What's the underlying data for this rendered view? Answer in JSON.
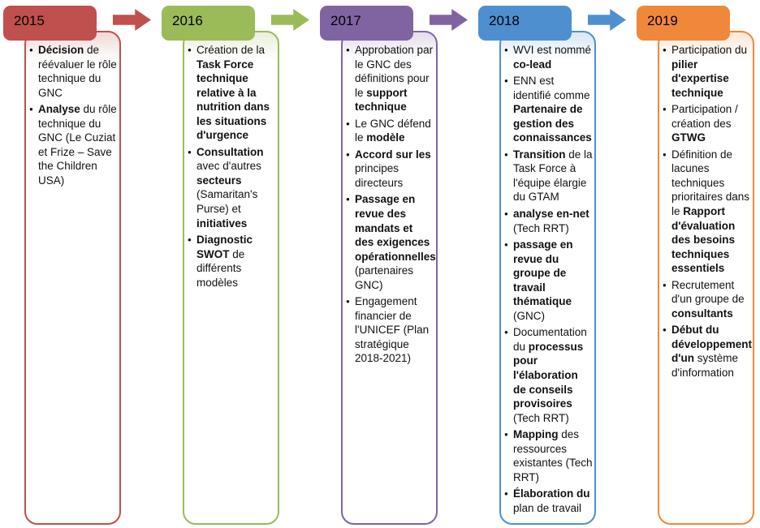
{
  "diagram": {
    "type": "timeline",
    "layout": {
      "pitch": 195,
      "columns_count": 5,
      "arrow_between_columns": true
    },
    "columns": [
      {
        "year": "2015",
        "color": "#C0504D",
        "tint": "#F2DCDB",
        "bullets": [
          [
            {
              "text": "Décision",
              "bold": true
            },
            {
              "text": " de réévaluer le rôle technique du GNC",
              "bold": false
            }
          ],
          [
            {
              "text": "Analyse",
              "bold": true
            },
            {
              "text": " du rôle technique du GNC (Le Cuziat et Frize – Save the Children USA)",
              "bold": false
            }
          ]
        ]
      },
      {
        "year": "2016",
        "color": "#9BBB59",
        "tint": "#EBF1DE",
        "bullets": [
          [
            {
              "text": "Création de la ",
              "bold": false
            },
            {
              "text": "Task Force technique relative à la nutrition dans les situations d'urgence",
              "bold": true
            }
          ],
          [
            {
              "text": "Consultation",
              "bold": true
            },
            {
              "text": " avec d'autres ",
              "bold": false
            },
            {
              "text": "secteurs",
              "bold": true
            },
            {
              "text": " (Samaritan's Purse) et ",
              "bold": false
            },
            {
              "text": "initiatives",
              "bold": true
            }
          ],
          [
            {
              "text": "Diagnostic SWOT",
              "bold": true
            },
            {
              "text": " de différents modèles",
              "bold": false
            }
          ]
        ]
      },
      {
        "year": "2017",
        "color": "#8064A2",
        "tint": "#E6E0EC",
        "bullets": [
          [
            {
              "text": "Approbation par le GNC des définitions pour le ",
              "bold": false
            },
            {
              "text": "support technique",
              "bold": true
            }
          ],
          [
            {
              "text": "Le GNC défend le ",
              "bold": false
            },
            {
              "text": "modèle",
              "bold": true
            }
          ],
          [
            {
              "text": "Accord sur les",
              "bold": true
            },
            {
              "text": " principes directeurs",
              "bold": false
            }
          ],
          [
            {
              "text": "Passage en revue des mandats et des exigences opérationnelles",
              "bold": true
            },
            {
              "text": " (partenaires GNC)",
              "bold": false
            }
          ],
          [
            {
              "text": "Engagement financier de l'UNICEF (Plan stratégique 2018-2021)",
              "bold": false
            }
          ]
        ]
      },
      {
        "year": "2018",
        "color": "#4E90CF",
        "tint": "#DCE9F5",
        "bullets": [
          [
            {
              "text": "WVI est nommé ",
              "bold": false
            },
            {
              "text": "co-lead",
              "bold": true
            }
          ],
          [
            {
              "text": "ENN est identifié comme ",
              "bold": false
            },
            {
              "text": "Partenaire de gestion des connaissances",
              "bold": true
            }
          ],
          [
            {
              "text": "Transition",
              "bold": true
            },
            {
              "text": " de la Task Force à l'équipe élargie du GTAM",
              "bold": false
            }
          ],
          [
            {
              "text": "analyse en-net",
              "bold": true
            },
            {
              "text": " (Tech RRT)",
              "bold": false
            }
          ],
          [
            {
              "text": "passage en revue du groupe de travail thématique",
              "bold": true
            },
            {
              "text": " (GNC)",
              "bold": false
            }
          ],
          [
            {
              "text": "Documentation du ",
              "bold": false
            },
            {
              "text": "processus pour l'élaboration de conseils provisoires",
              "bold": true
            },
            {
              "text": " (Tech RRT)",
              "bold": false
            }
          ],
          [
            {
              "text": "Mapping",
              "bold": true
            },
            {
              "text": " des ressources existantes (Tech RRT)",
              "bold": false
            }
          ],
          [
            {
              "text": "Élaboration du",
              "bold": true
            },
            {
              "text": " plan de travail",
              "bold": false
            }
          ]
        ]
      },
      {
        "year": "2019",
        "color": "#F0883C",
        "tint": "#FDEADA",
        "bullets": [
          [
            {
              "text": "Participation du ",
              "bold": false
            },
            {
              "text": "pilier d'expertise technique",
              "bold": true
            }
          ],
          [
            {
              "text": "Participation / création des ",
              "bold": false
            },
            {
              "text": "GTWG",
              "bold": true
            }
          ],
          [
            {
              "text": "Définition de lacunes techniques prioritaires dans le ",
              "bold": false
            },
            {
              "text": "Rapport d'évaluation des besoins techniques essentiels",
              "bold": true
            }
          ],
          [
            {
              "text": "Recrutement d'un groupe de ",
              "bold": false
            },
            {
              "text": "consultants",
              "bold": true
            }
          ],
          [
            {
              "text": "Début du développement d'un",
              "bold": true
            },
            {
              "text": " système d'information",
              "bold": false
            }
          ]
        ]
      }
    ]
  }
}
